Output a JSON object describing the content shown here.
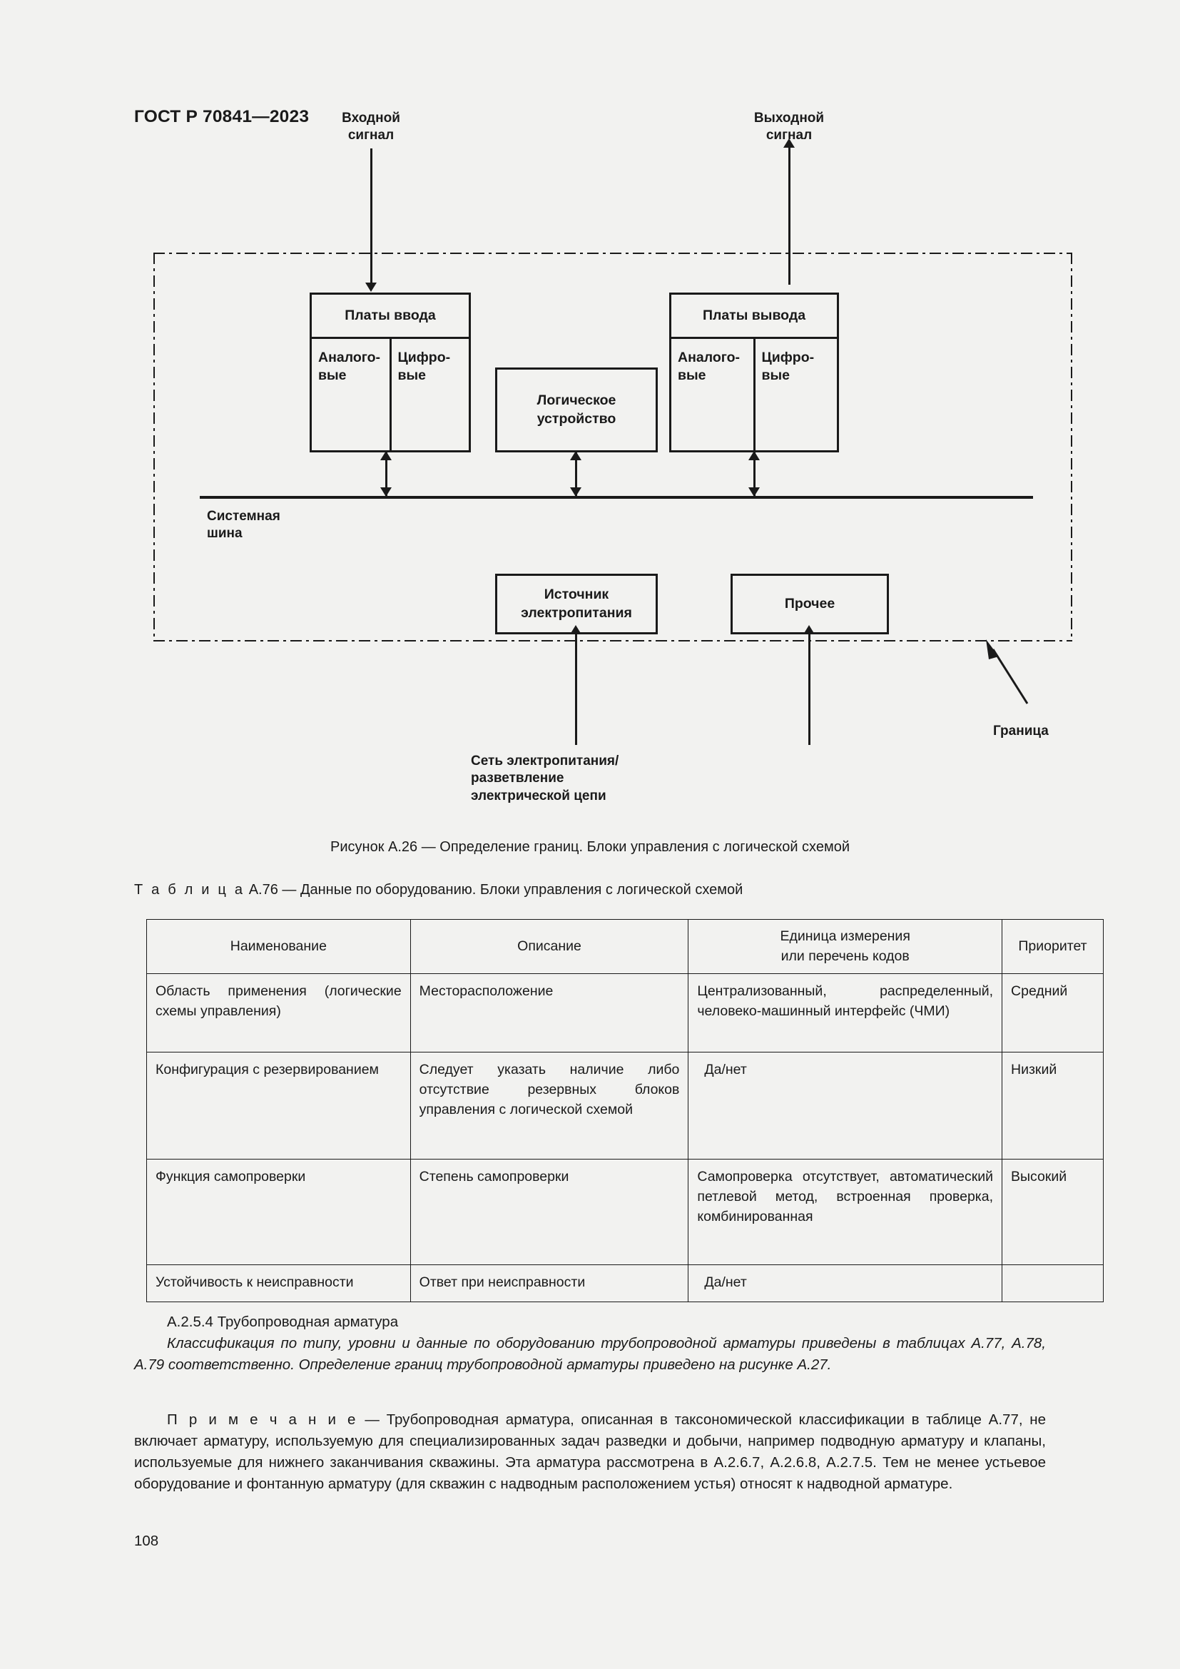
{
  "document": {
    "header": "ГОСТ Р 70841—2023",
    "page_number": "108"
  },
  "figure": {
    "caption": "Рисунок А.26 — Определение границ. Блоки управления с логической схемой",
    "labels": {
      "input_signal": "Входной\nсигнал",
      "input_signal_l1": "Входной",
      "input_signal_l2": "сигнал",
      "output_signal_l1": "Выходной",
      "output_signal_l2": "сигнал",
      "system_bus_l1": "Системная",
      "system_bus_l2": "шина",
      "power_net_l1": "Сеть электропитания/",
      "power_net_l2": "разветвление",
      "power_net_l3": "электрической цепи",
      "boundary": "Граница"
    },
    "boxes": {
      "input_cards": {
        "title": "Платы ввода",
        "analog_l1": "Аналого-",
        "analog_l2": "вые",
        "digital_l1": "Цифро-",
        "digital_l2": "вые"
      },
      "output_cards": {
        "title": "Платы вывода",
        "analog_l1": "Аналого-",
        "analog_l2": "вые",
        "digital_l1": "Цифро-",
        "digital_l2": "вые"
      },
      "logic_device_l1": "Логическое",
      "logic_device_l2": "устройство",
      "power_supply_l1": "Источник",
      "power_supply_l2": "электропитания",
      "other": "Прочее"
    }
  },
  "table": {
    "caption_word": "Т а б л и ц а",
    "caption_rest": "  А.76 — Данные по оборудованию. Блоки управления с логической схемой",
    "headers": {
      "name": "Наименование",
      "description": "Описание",
      "unit_l1": "Единица измерения",
      "unit_l2": "или перечень кодов",
      "priority": "Приоритет"
    },
    "rows": [
      {
        "name": "Область применения (логиче­ские схемы управления)",
        "description": "Месторасположение",
        "unit": "Централизованный, распреде­ленный, человеко-машинный интерфейс (ЧМИ)",
        "priority": "Средний"
      },
      {
        "name": "Конфигурация с резервирова­нием",
        "description": "Следует указать наличие либо отсутствие резервных блоков управления с логической схе­мой",
        "unit": "Да/нет",
        "priority": "Низкий"
      },
      {
        "name": "Функция самопроверки",
        "description": "Степень самопроверки",
        "unit": "Самопроверка отсутствует, ав­томатический петлевой метод, встроенная проверка, комбини­рованная",
        "priority": "Высокий"
      },
      {
        "name": "Устойчивость к неисправности",
        "description": "Ответ при неисправности",
        "unit": "Да/нет",
        "priority": ""
      }
    ]
  },
  "body": {
    "section_heading": "А.2.5.4  Трубопроводная арматура",
    "paragraph_italic": "Классификация по типу, уровни и данные по оборудованию трубопроводной арматуры приведены в таблицах А.77, А.78, А.79 соответственно. Определение границ трубопроводной арматуры приведено на рисунке А.27.",
    "note_label": "П р и м е ч а н и е",
    "note_text": " — Трубопроводная арматура, описанная в таксономической классификации в таблице А.77, не включает арматуру, используемую для специализированных задач разведки и добычи, например подводную арматуру и клапаны, используемые для нижнего заканчивания скважины. Эта арматура рассмотрена в А.2.6.7, А.2.6.8, А.2.7.5. Тем не менее устьевое оборудование и фонтанную арматуру (для скважин с надводным располо­жением устья) относят к надводной арматуре."
  }
}
